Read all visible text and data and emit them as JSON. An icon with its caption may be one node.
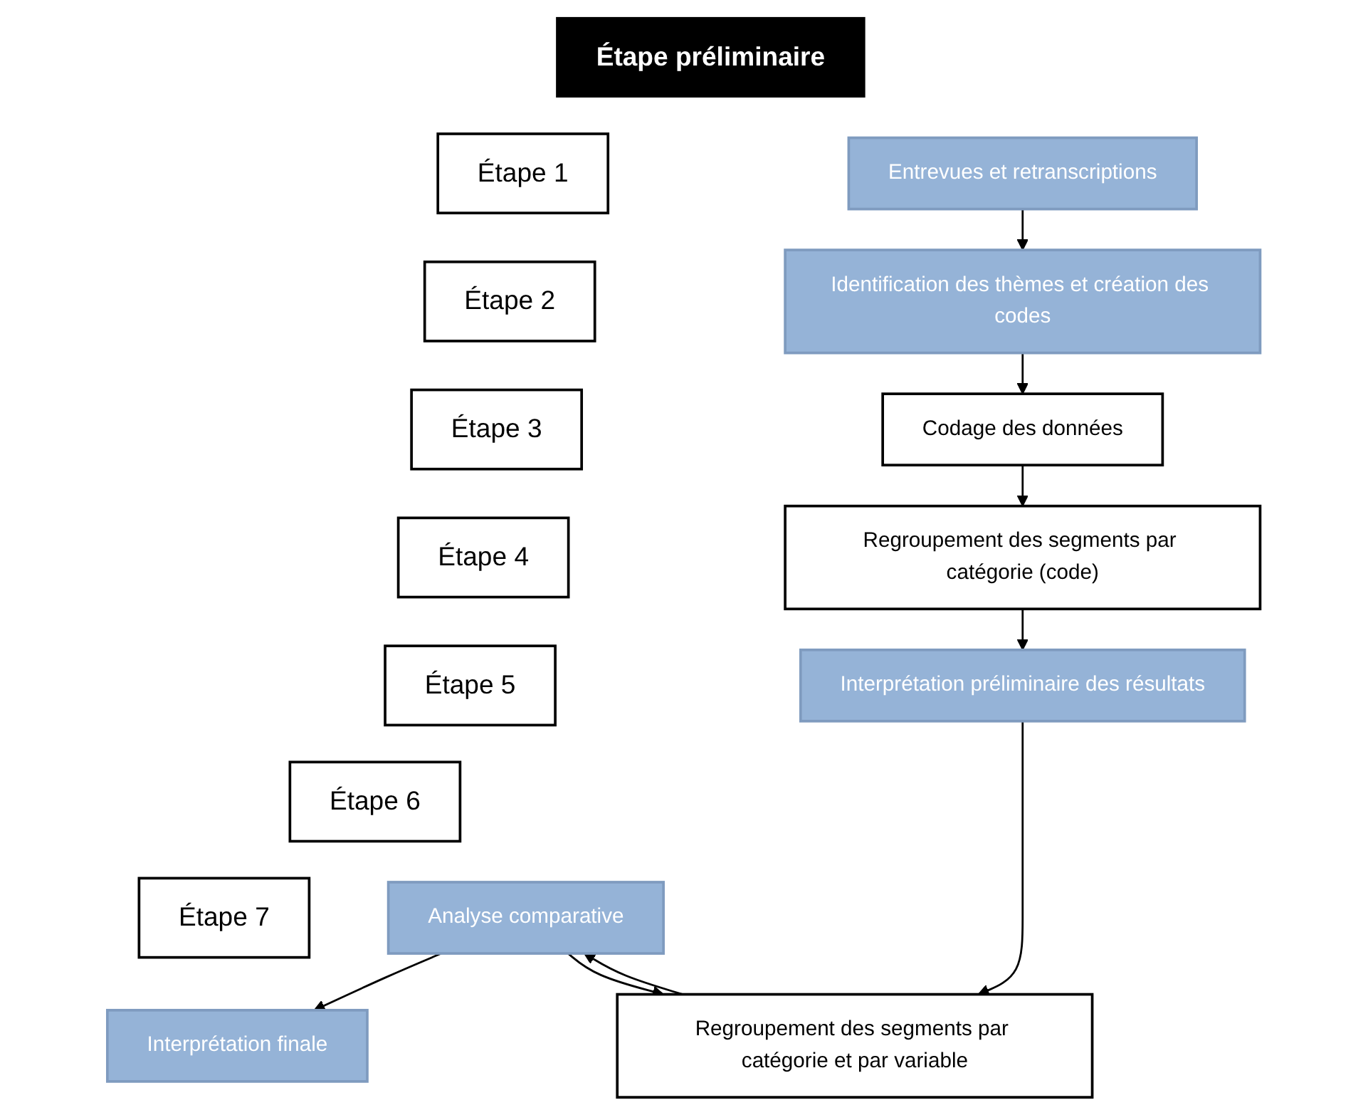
{
  "diagram": {
    "nodes": [
      {
        "text": [
          "Étape préliminaire"
        ]
      },
      {
        "text": [
          "Entrevues et retranscriptions"
        ]
      },
      {
        "text": [
          "Étape 1"
        ]
      },
      {
        "text": [
          "Identification des thèmes et création des codes"
        ]
      },
      {
        "text": [
          "Étape 2"
        ]
      },
      {
        "text": [
          "Codage des données"
        ]
      },
      {
        "text": [
          "Étape 3"
        ]
      },
      {
        "text": [
          "Regroupement des segments par catégorie (code)"
        ]
      },
      {
        "text": [
          "Étape 4"
        ]
      },
      {
        "text": [
          "Interprétation préliminaire des résultats"
        ]
      },
      {
        "text": [
          "Étape 5"
        ]
      },
      {
        "text": [
          "Regroupement des segments par catégorie et par variable"
        ]
      },
      {
        "text": [
          "Étape 6"
        ]
      },
      {
        "text": [
          "Analyse comparative"
        ]
      },
      {
        "text": [
          "Étape 7"
        ]
      },
      {
        "text": [
          "Interprétation finale"
        ]
      }
    ],
    "edges": [
      {
        "from": 1,
        "to": 3,
        "arrow": "to"
      },
      {
        "from": 3,
        "to": 5,
        "arrow": "to"
      },
      {
        "from": 5,
        "to": 7,
        "arrow": "to"
      },
      {
        "from": 7,
        "to": 9,
        "arrow": "to"
      },
      {
        "from": 9,
        "to": 11,
        "arrow": "to"
      },
      {
        "from": 11,
        "to": 13,
        "arrow": "to"
      },
      {
        "from": 13,
        "to": 15,
        "arrow": "to"
      },
      {
        "from": 13,
        "to": 11,
        "arrow": "to"
      }
    ]
  }
}
